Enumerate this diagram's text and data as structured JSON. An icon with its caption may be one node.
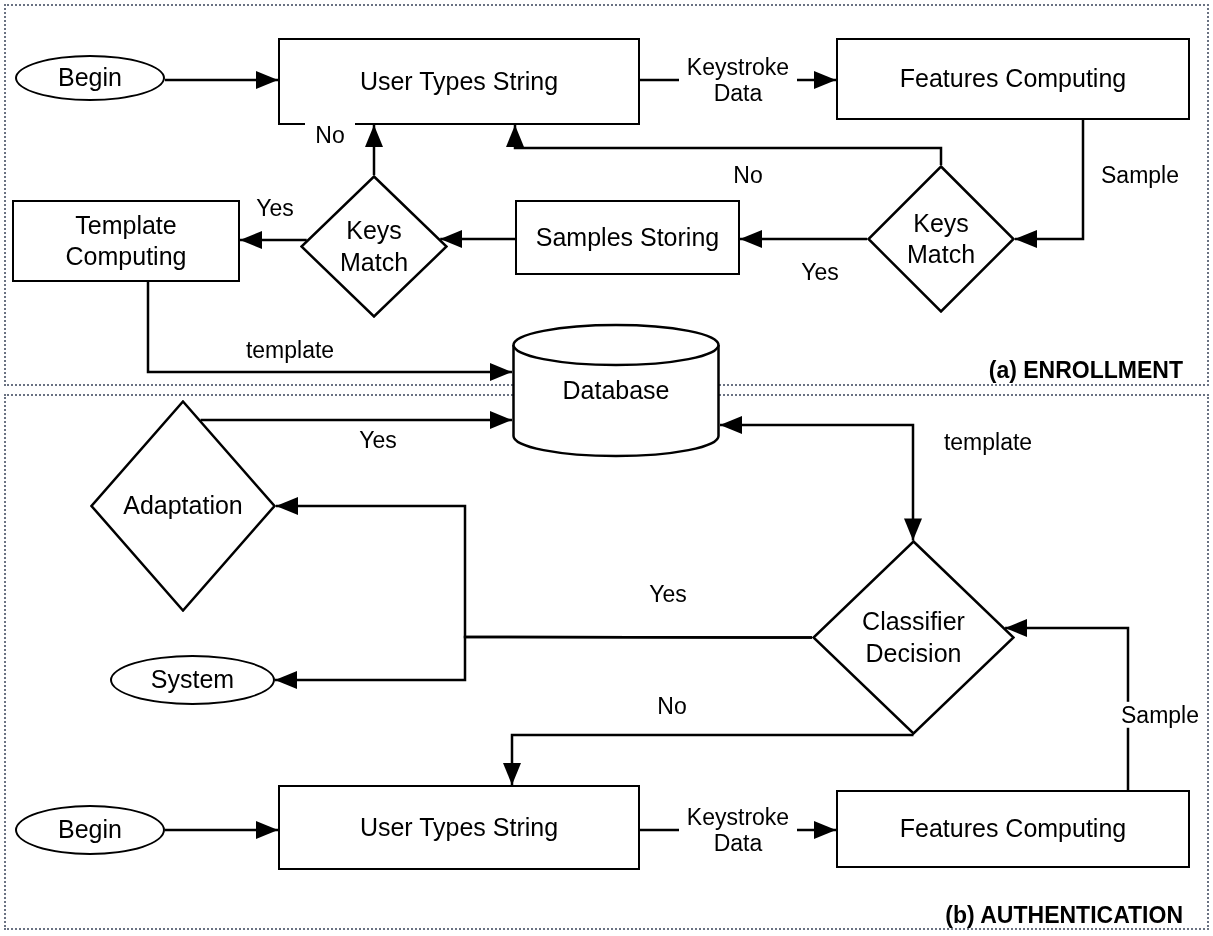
{
  "diagram": {
    "nodes": [
      {
        "text": [
          "Begin"
        ]
      },
      {
        "text": [
          "User Types String"
        ]
      },
      {
        "text": [
          "Features Computing"
        ]
      },
      {
        "text": [
          "Keys Match"
        ]
      },
      {
        "text": [
          "Samples Storing"
        ]
      },
      {
        "text": [
          "Keys Match"
        ]
      },
      {
        "text": [
          "Template Computing"
        ]
      },
      {
        "text": [
          "Database"
        ]
      },
      {
        "text": [
          "Adaptation"
        ]
      },
      {
        "text": [
          "System"
        ]
      },
      {
        "text": [
          "Classifier Decision"
        ]
      },
      {
        "text": [
          "Begin"
        ]
      },
      {
        "text": [
          "User Types String"
        ]
      },
      {
        "text": [
          "Features Computing"
        ]
      }
    ],
    "edges": [
      {
        "from": 0,
        "to": 1,
        "arrow": "to"
      },
      {
        "from": 1,
        "to": 2,
        "arrow": "to",
        "label": "Keystroke Data"
      },
      {
        "from": 2,
        "to": 3,
        "arrow": "to",
        "label": "Sample"
      },
      {
        "from": 3,
        "to": 1,
        "arrow": "to",
        "label": "No"
      },
      {
        "from": 3,
        "to": 4,
        "arrow": "to",
        "label": "Yes"
      },
      {
        "from": 4,
        "to": 5,
        "arrow": "to"
      },
      {
        "from": 5,
        "to": 1,
        "arrow": "to",
        "label": "No"
      },
      {
        "from": 5,
        "to": 6,
        "arrow": "to",
        "label": "Yes"
      },
      {
        "from": 6,
        "to": 7,
        "arrow": "to",
        "label": "template"
      },
      {
        "from": 8,
        "to": 7,
        "arrow": "to",
        "label": "Yes"
      },
      {
        "from": 7,
        "to": 10,
        "arrow": "both",
        "label": "template"
      },
      {
        "from": 10,
        "to": 8,
        "arrow": "to",
        "label": "Yes"
      },
      {
        "from": 10,
        "to": 9,
        "arrow": "to"
      },
      {
        "from": 10,
        "to": 12,
        "arrow": "to",
        "label": "No"
      },
      {
        "from": 11,
        "to": 12,
        "arrow": "to"
      },
      {
        "from": 12,
        "to": 13,
        "arrow": "to",
        "label": "Keystroke Data"
      },
      {
        "from": 13,
        "to": 10,
        "arrow": "to",
        "label": "Sample"
      }
    ],
    "labels": [
      "(a) ENROLLMENT",
      "(b) AUTHENTICATION"
    ]
  }
}
